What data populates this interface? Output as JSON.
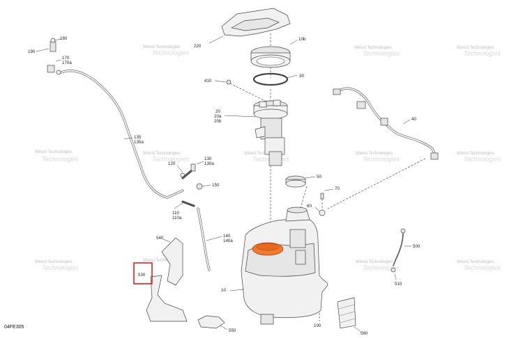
{
  "diagram_code": "04FE305",
  "highlight_color": "#e02020",
  "accent_part_color": "#f07a30",
  "watermark": {
    "small": "Wirest Technologies",
    "large": "Technologies"
  },
  "callouts": {
    "c10": "10",
    "c10b": "10b",
    "c20": "20",
    "c20a": "20a",
    "c20b": "20b",
    "c30": "30",
    "c40": "40",
    "c50": "50",
    "c60": "60",
    "c70": "70",
    "c100": "100",
    "c110": "110",
    "c110a": "110a",
    "c120": "120",
    "c130": "130",
    "c130a": "130a",
    "c135": "135",
    "c135a": "135a",
    "c140": "140",
    "c140a": "140a",
    "c150": "150",
    "c160": "160",
    "c170": "170",
    "c170a": "170a",
    "c190": "190",
    "c220": "220",
    "c410": "410",
    "c500": "500",
    "c510": "510",
    "c530": "530",
    "c540": "540",
    "c550": "550",
    "c560": "560"
  }
}
